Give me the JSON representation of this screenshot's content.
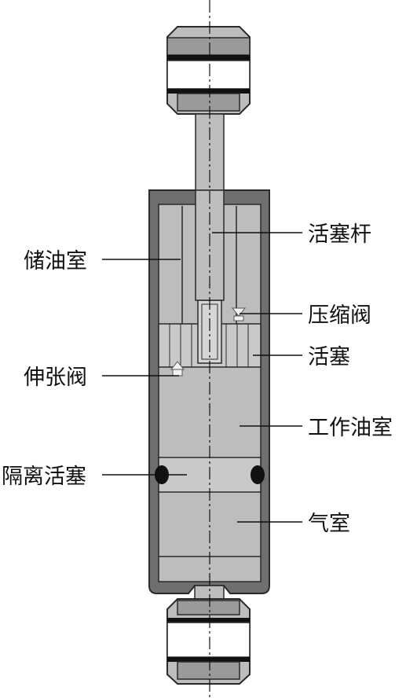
{
  "labels": {
    "piston_rod": "活塞杆",
    "oil_reservoir": "储油室",
    "compression_valve": "压缩阀",
    "piston": "活塞",
    "rebound_valve": "伸张阀",
    "working_chamber": "工作油室",
    "floating_piston": "隔离活塞",
    "gas_chamber": "气室"
  },
  "colors": {
    "outer_shell": "#6f6f6f",
    "inner_fill": "#bdbdbd",
    "mount_band": "#9a9a9a",
    "outline": "#2a2a2a",
    "seal": "#111111",
    "background": "#ffffff"
  }
}
